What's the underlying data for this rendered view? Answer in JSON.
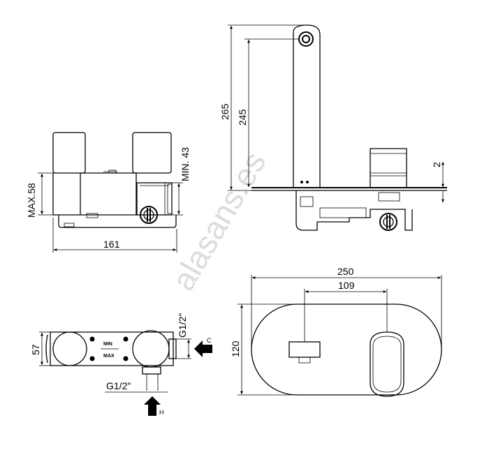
{
  "watermark": "alasans.es",
  "front_view": {
    "max_label": "MAX.58",
    "min_label": "MIN. 43",
    "width_label": "161"
  },
  "side_view": {
    "height_total_label": "265",
    "height_spout_label": "245",
    "plate_label": "2"
  },
  "top_view": {
    "depth_label": "57",
    "inlet_side_label": "G1/2\"",
    "inlet_bottom_label": "G1/2\"",
    "min_marking": "MIN",
    "max_marking": "MAX",
    "arrow_c_label": "C",
    "arrow_h_label": "H"
  },
  "plate_view": {
    "width_label": "250",
    "spacing_label": "109",
    "height_label": "120"
  }
}
